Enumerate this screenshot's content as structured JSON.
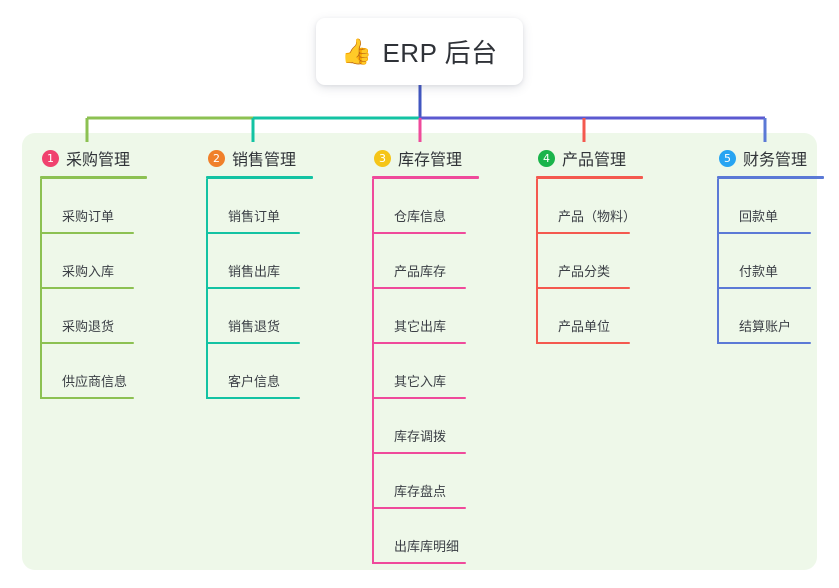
{
  "root": {
    "emoji": "👍",
    "emoji_name": "thumbs-up-icon",
    "title": "ERP 后台"
  },
  "theme": {
    "panel_bg": "#eef8e9",
    "card_bg": "#ffffff",
    "text": "#303338",
    "stem": "#4156c0"
  },
  "columns": [
    {
      "number": "1",
      "title": "采购管理",
      "badge_color": "#f0426e",
      "line_color": "#8cc152",
      "connector_color": "#8cc152",
      "items": [
        {
          "label": "采购订单"
        },
        {
          "label": "采购入库"
        },
        {
          "label": "采购退货"
        },
        {
          "label": "供应商信息"
        }
      ]
    },
    {
      "number": "2",
      "title": "销售管理",
      "badge_color": "#f0802a",
      "line_color": "#13c3a3",
      "connector_color": "#13c3a3",
      "items": [
        {
          "label": "销售订单"
        },
        {
          "label": "销售出库"
        },
        {
          "label": "销售退货"
        },
        {
          "label": "客户信息"
        }
      ]
    },
    {
      "number": "3",
      "title": "库存管理",
      "badge_color": "#f5c518",
      "line_color": "#ef4a9b",
      "connector_color": "#ef4a9b",
      "items": [
        {
          "label": "仓库信息"
        },
        {
          "label": "产品库存"
        },
        {
          "label": "其它出库"
        },
        {
          "label": "其它入库"
        },
        {
          "label": "库存调拨"
        },
        {
          "label": "库存盘点"
        },
        {
          "label": "出库库明细"
        }
      ]
    },
    {
      "number": "4",
      "title": "产品管理",
      "badge_color": "#1ab44b",
      "line_color": "#f4594f",
      "connector_color": "#f4594f",
      "items": [
        {
          "label": "产品（物料）"
        },
        {
          "label": "产品分类"
        },
        {
          "label": "产品单位"
        }
      ]
    },
    {
      "number": "5",
      "title": "财务管理",
      "badge_color": "#27a4f2",
      "line_color": "#5b79d6",
      "connector_color": "#5b79d6",
      "items": [
        {
          "label": "回款单"
        },
        {
          "label": "付款单"
        },
        {
          "label": "结算账户"
        }
      ]
    }
  ],
  "bus": {
    "segments": [
      {
        "color": "#8cc152"
      },
      {
        "color": "#13c3a3"
      },
      {
        "color": "#5b59d0"
      }
    ]
  }
}
